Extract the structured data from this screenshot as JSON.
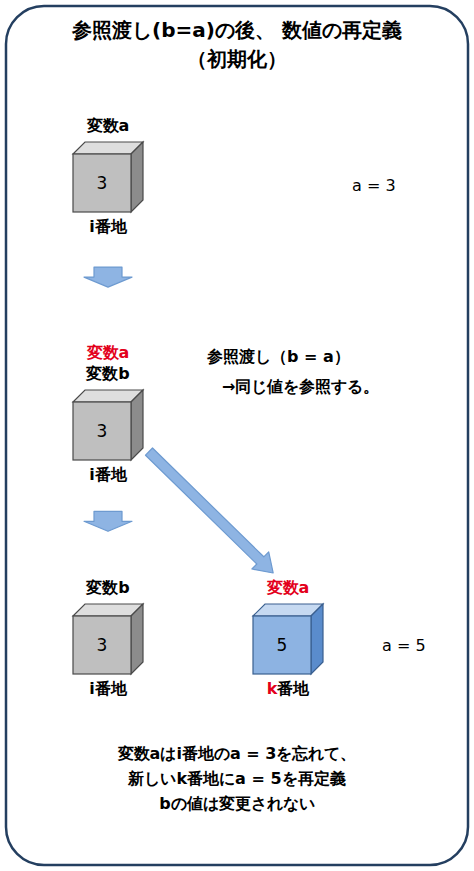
{
  "diagram": {
    "title": "参照渡し(b=a)の後、 数値の再定義（初期化）",
    "caption": "変数aはi番地のa = 3を忘れて、 新しいk番地にa = 5を再定義 bの値は変更されない",
    "nodes": [
      {
        "text": [
          "変数a",
          "3",
          "i番地"
        ]
      },
      {
        "text": [
          "変数a",
          "変数b",
          "3",
          "i番地"
        ]
      },
      {
        "text": [
          "変数b",
          "3",
          "i番地"
        ]
      },
      {
        "text": [
          "変数a",
          "5",
          "k番地"
        ]
      }
    ],
    "edges": [
      {
        "from": 0,
        "to": 1,
        "arrow": "to"
      },
      {
        "from": 1,
        "to": 2,
        "arrow": "to"
      },
      {
        "from": 1,
        "to": 3,
        "arrow": "to"
      }
    ],
    "labels": [
      "a = 3",
      "参照渡し（b = a）",
      "→同じ値を参照する。",
      "a = 5"
    ]
  }
}
